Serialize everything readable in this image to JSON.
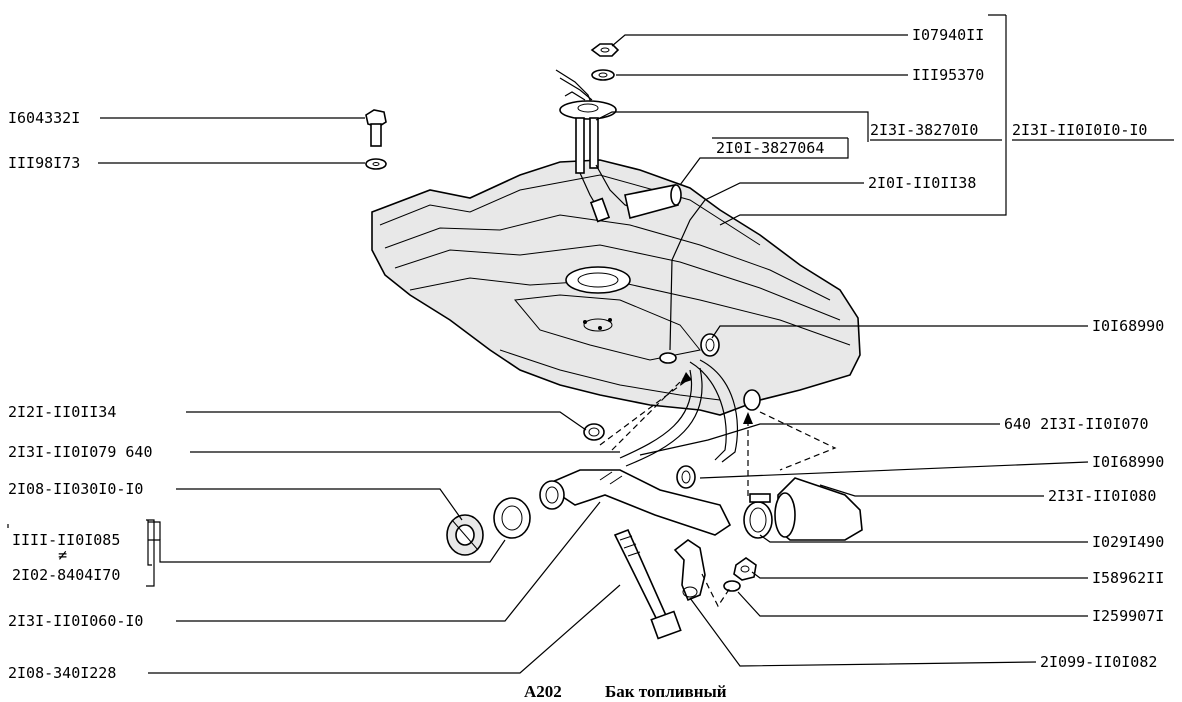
{
  "labels": {
    "l1": "I07940II",
    "l2": "III95370",
    "l3": "I604332I",
    "l4": "2I3I-38270I0",
    "l5": "2I3I-II0I0I0-I0",
    "l6": "III98I73",
    "l7": "2I0I-3827064",
    "l8": "2I0I-II0II38",
    "l9": "I0I68990",
    "l10": "2I2I-II0II34",
    "l11": "640 2I3I-II0I070",
    "l12": "2I3I-II0I079 640",
    "l13": "I0I68990",
    "l14": "2I08-II030I0-I0",
    "l15": "2I3I-II0I080",
    "l16": "IIII-II0I085",
    "l17": "I029I490",
    "l18": "2I02-8404I70",
    "l19": "I58962II",
    "l20": "2I3I-II0I060-I0",
    "l21": "I259907I",
    "l22": "2I099-II0I082",
    "l23": "2I08-340I228"
  },
  "caption": {
    "code": "A202",
    "title": "Бак топливный"
  }
}
